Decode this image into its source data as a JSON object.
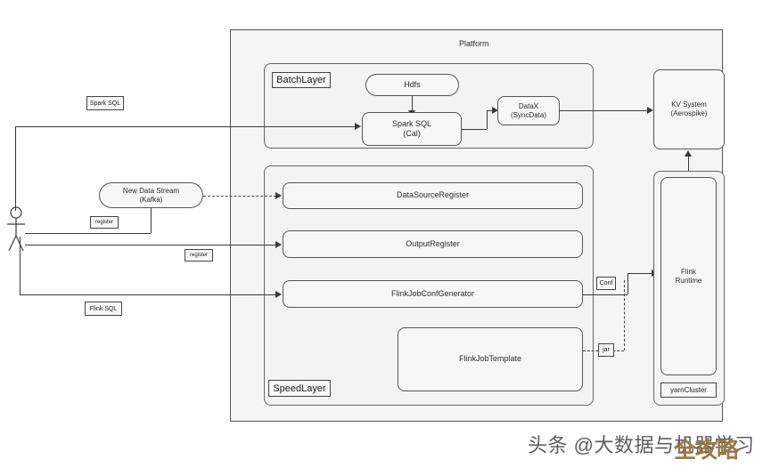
{
  "diagram": {
    "platform_label": "Platform",
    "batch_layer_label": "BatchLayer",
    "speed_layer_label": "SpeedLayer",
    "yarn_cluster_label": "yarnCluster"
  },
  "nodes": {
    "hdfs": "Hdfs",
    "spark_sql_cal": "Spark SQL\n(Cal)",
    "spark_sql_cal_line1": "Spark SQL",
    "spark_sql_cal_line2": "(Cal)",
    "datax_line1": "DataX",
    "datax_line2": "(SyncData)",
    "kv_system_line1": "KV System",
    "kv_system_line2": "(Aerospike)",
    "new_data_stream_line1": "New Data Stream",
    "new_data_stream_line2": "(Kafka)",
    "data_source_register": "DataSourceRegister",
    "output_register": "OutputRegister",
    "flink_job_conf_generator": "FlinkJobConfGenerator",
    "flink_job_template": "FlinkJobTemplate",
    "flink_runtime_line1": "Flink",
    "flink_runtime_line2": "Runtime"
  },
  "edge_labels": {
    "spark_sql": "Spark SQL",
    "flink_sql": "Flink SQL",
    "register_top": "register",
    "register_bottom": "register",
    "conf": "Conf",
    "jar": "jar"
  },
  "watermark": {
    "text": "头条 @大数据与机器学习",
    "logo": "全攻略"
  },
  "colors": {
    "page_background": "#ffffff",
    "container_fill": "#f5f5f5",
    "node_fill": "#f7f7f7",
    "stroke": "#555555",
    "text": "#2b2b2b"
  }
}
